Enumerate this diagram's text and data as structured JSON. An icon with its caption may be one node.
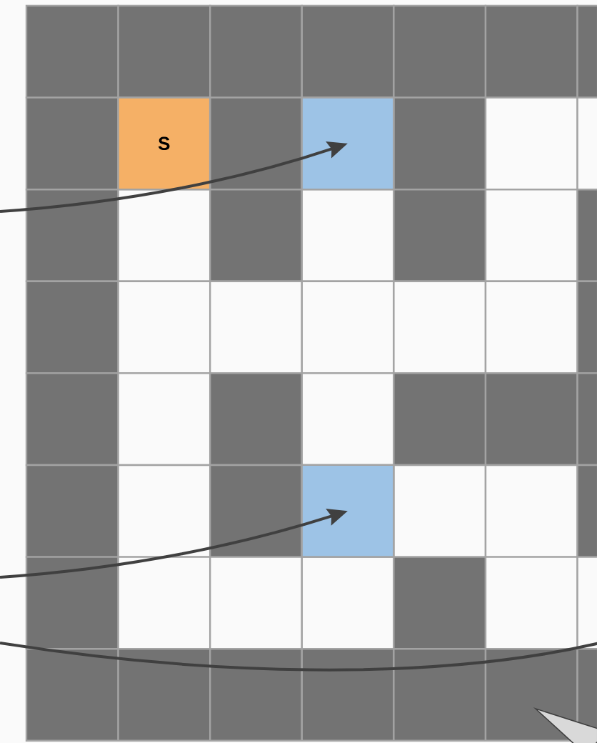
{
  "diagram": {
    "nodes": [
      {
        "text": [
          "S"
        ]
      },
      {
        "text": [],
        "shape": "box"
      },
      {
        "text": [],
        "shape": "box"
      }
    ],
    "edges": [
      {
        "from": null,
        "to": 1,
        "arrow": "to"
      },
      {
        "from": null,
        "to": 2,
        "arrow": "to"
      }
    ]
  }
}
